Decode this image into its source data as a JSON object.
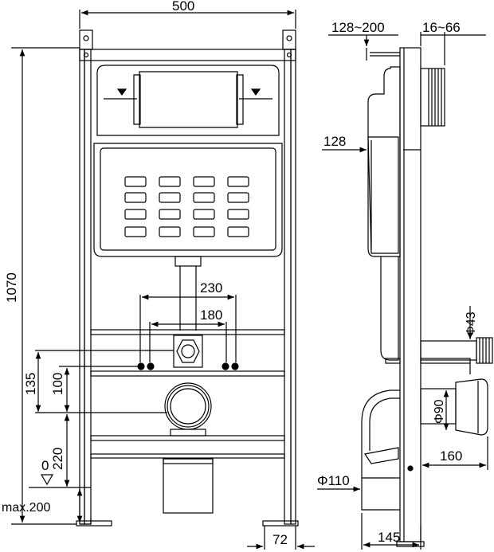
{
  "drawing": {
    "dimensions": {
      "width_500": "500",
      "height_1070": "1070",
      "spacing_230": "230",
      "spacing_180": "180",
      "height_135": "135",
      "height_100": "100",
      "height_220": "220",
      "floor_zero": "0",
      "max_200": "max.200",
      "foot_72": "72",
      "range_128_200": "128~200",
      "range_16_66": "16~66",
      "depth_128": "128",
      "phi_43": "Φ43",
      "phi_90": "Φ90",
      "depth_160": "160",
      "phi_110": "Φ110",
      "depth_145": "145"
    },
    "colors": {
      "line": "#000000",
      "background": "#ffffff"
    }
  }
}
